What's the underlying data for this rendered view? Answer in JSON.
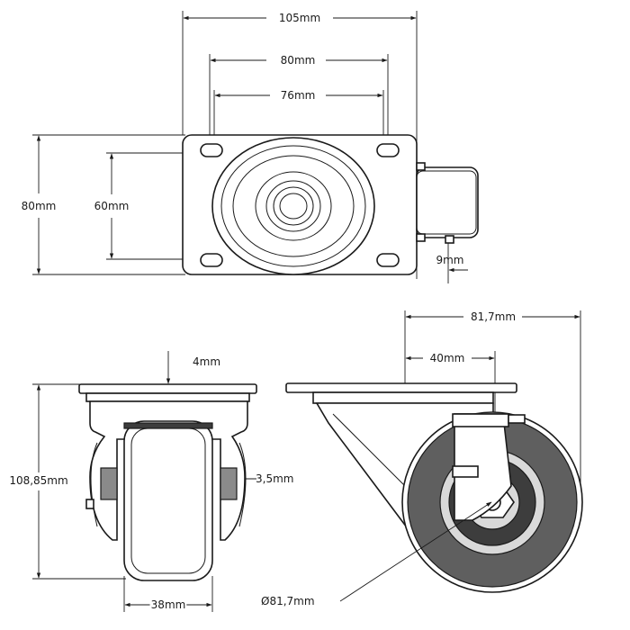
{
  "dimensions": {
    "top_width": "105mm",
    "hole_spacing_outer": "80mm",
    "hole_spacing_inner": "76mm",
    "plate_height": "80mm",
    "hole_spacing_vertical": "60mm",
    "offset": "9mm",
    "overall_height": "108,85mm",
    "plate_thickness": "4mm",
    "fork_gap": "3,5mm",
    "wheel_width": "38mm",
    "side_width": "81,7mm",
    "swivel_offset": "40mm",
    "wheel_diameter": "Ø81,7mm"
  }
}
